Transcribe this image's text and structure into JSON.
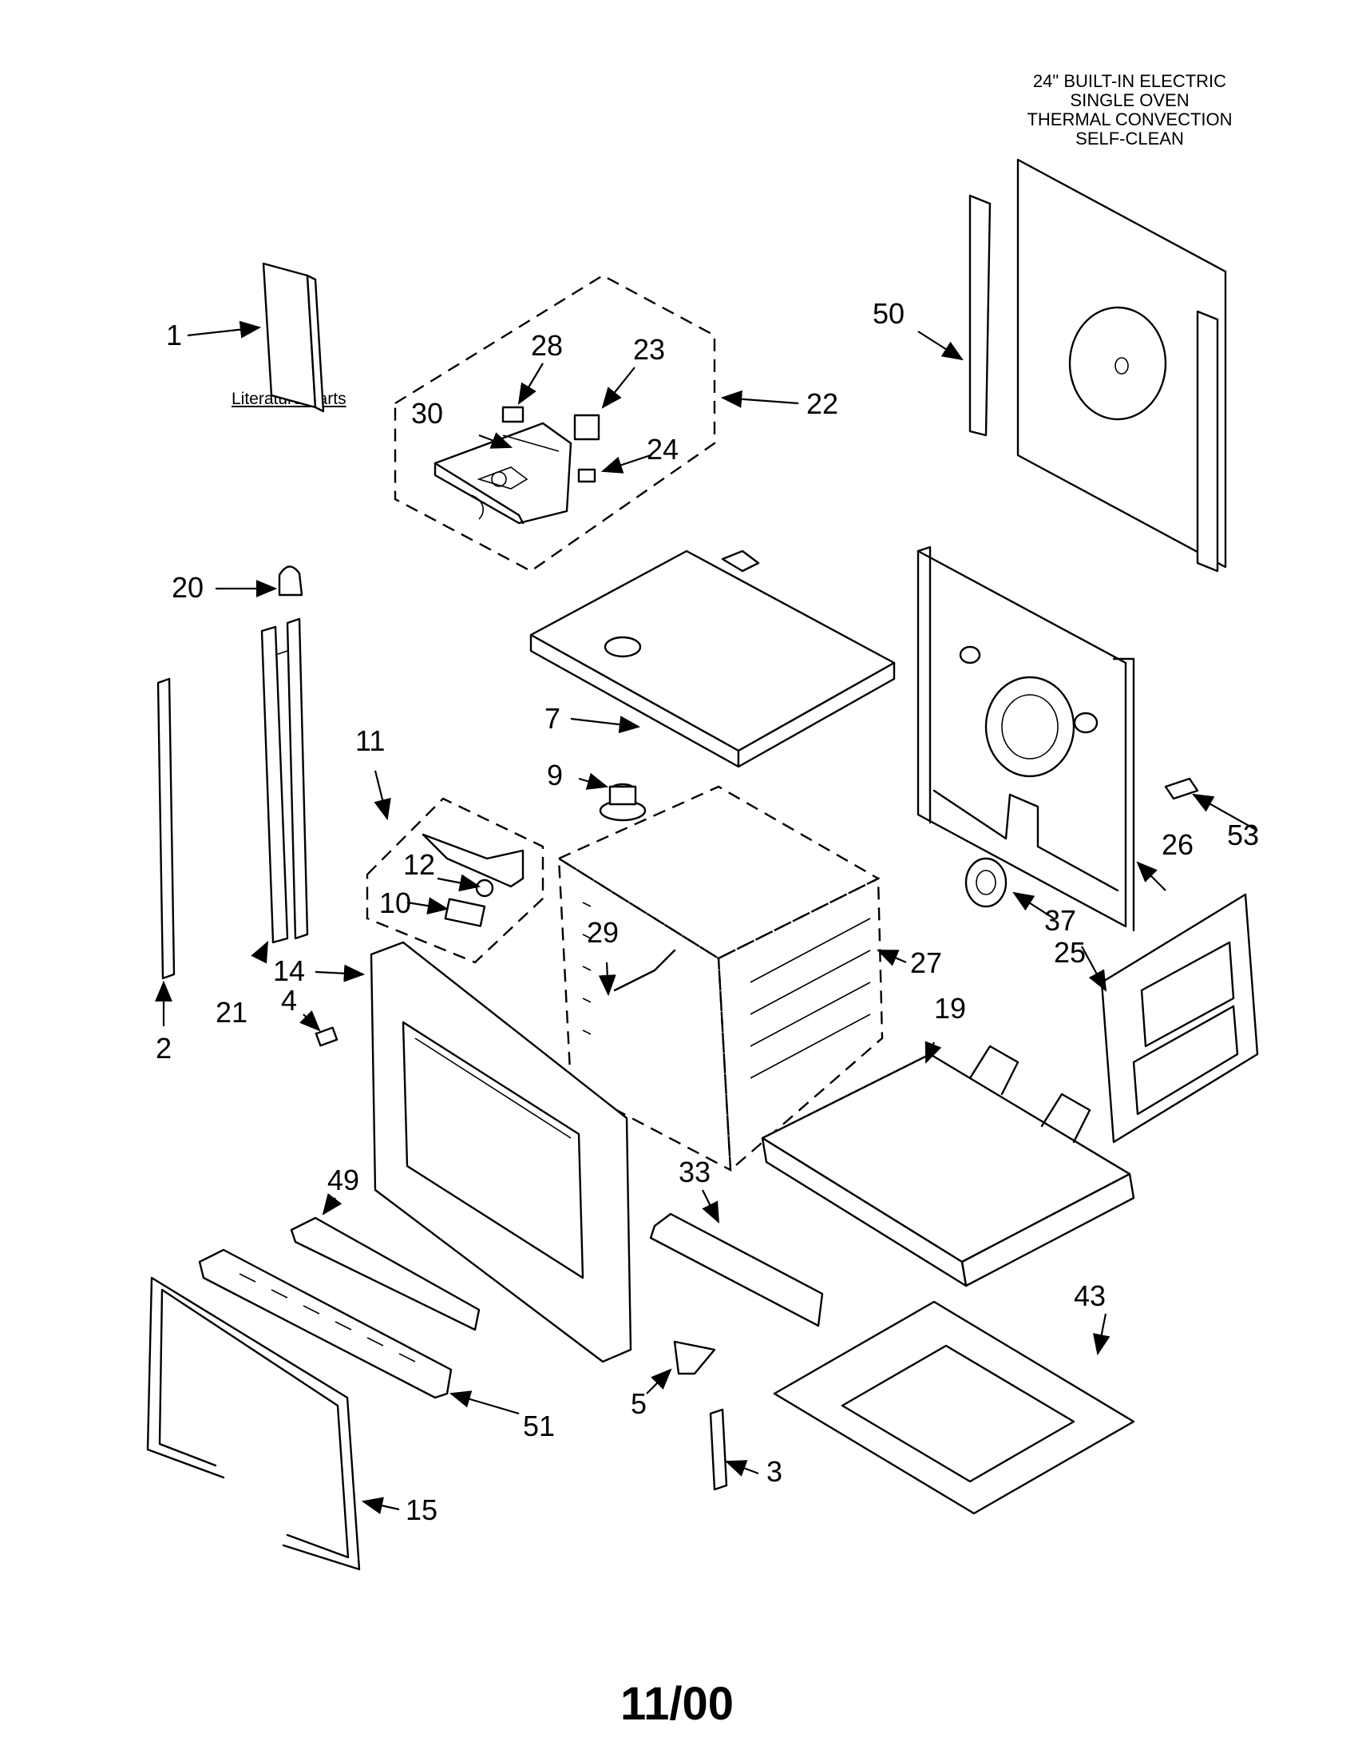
{
  "title": {
    "line1": "24\" BUILT-IN ELECTRIC",
    "line2": "SINGLE OVEN",
    "line3": "THERMAL CONVECTION",
    "line4": "SELF-CLEAN"
  },
  "literature_label": "Literature Parts",
  "footer_date": "11/00",
  "callouts": {
    "c1": "1",
    "c2": "2",
    "c3": "3",
    "c4": "4",
    "c5": "5",
    "c7": "7",
    "c9": "9",
    "c10": "10",
    "c11": "11",
    "c12": "12",
    "c14": "14",
    "c15": "15",
    "c19": "19",
    "c20": "20",
    "c21": "21",
    "c22": "22",
    "c23": "23",
    "c24": "24",
    "c25": "25",
    "c26": "26",
    "c27": "27",
    "c28": "28",
    "c29": "29",
    "c30": "30",
    "c33": "33",
    "c37": "37",
    "c43": "43",
    "c49": "49",
    "c50": "50",
    "c51": "51",
    "c53": "53"
  }
}
